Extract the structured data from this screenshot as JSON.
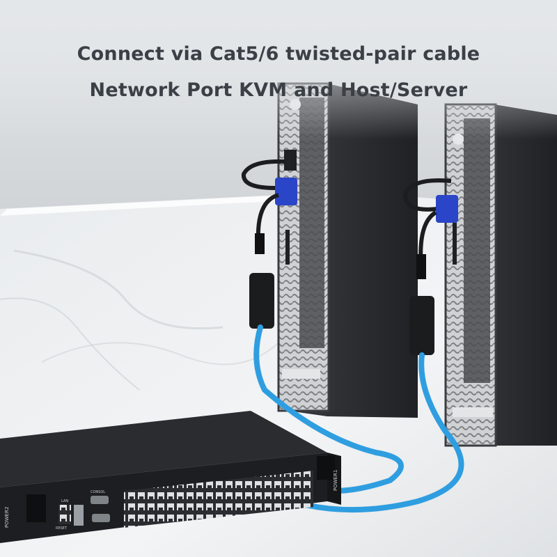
{
  "caption": {
    "line1": "Connect via Cat5/6 twisted-pair cable",
    "line2": "Network Port KVM and Host/Server"
  },
  "colors": {
    "text": "#3b4047",
    "cable_blue": "#2f9ee0",
    "vga_blue": "#2b45c8",
    "tower_dark": "#2b2d31",
    "kvm_dark": "#222428"
  },
  "device_labels": {
    "left_port": "POWER2",
    "right_port": "POWER1",
    "console": "CONSOL",
    "reset": "RESET",
    "lan": "LAN"
  },
  "icons": [
    "power-socket-icon",
    "vga-connector-icon",
    "rj45-port-icon",
    "usb-port-icon"
  ]
}
